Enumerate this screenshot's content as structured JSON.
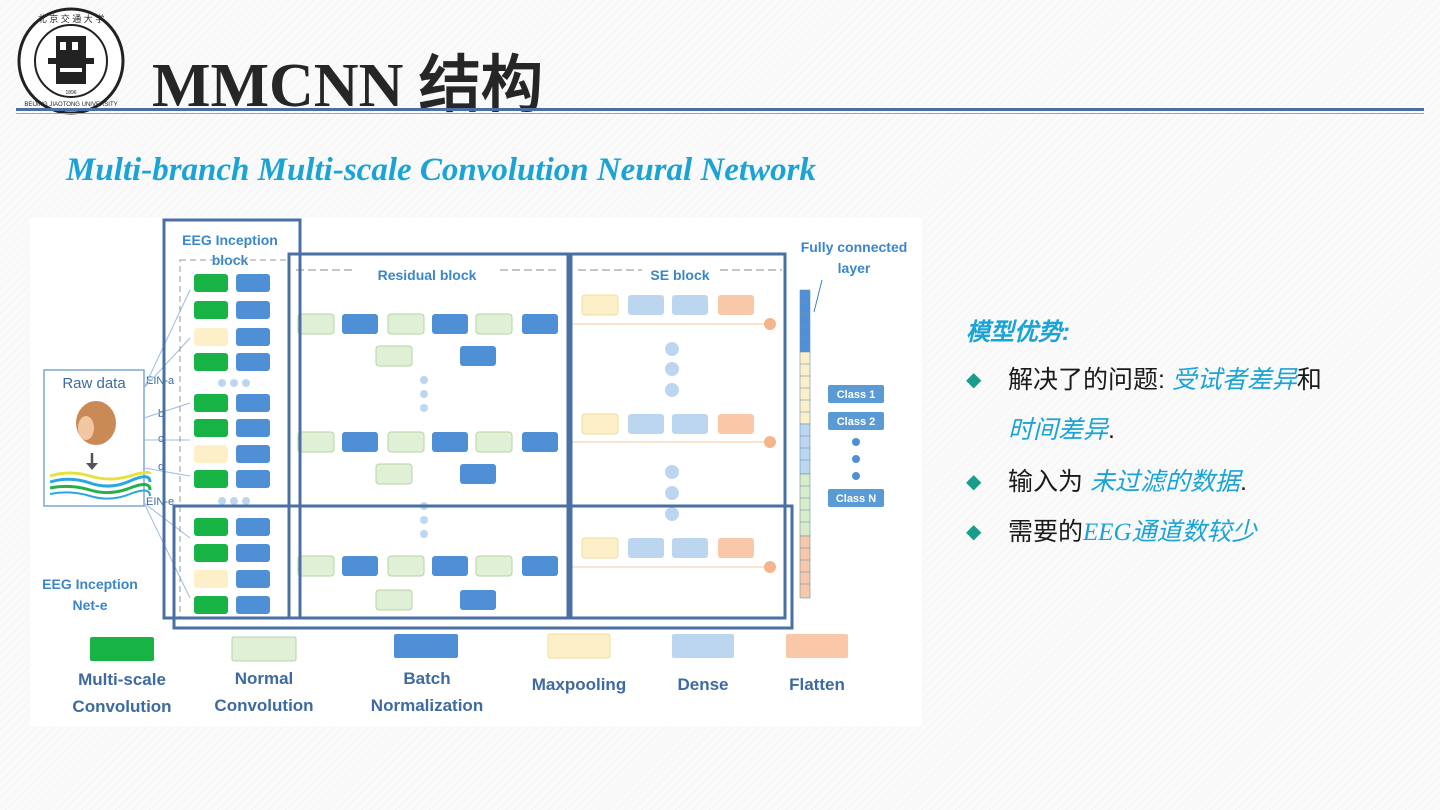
{
  "header": {
    "title": "MMCNN 结构",
    "subtitle": "Multi-branch Multi-scale Convolution Neural Network"
  },
  "logo": {
    "top_text": "北 京 交 通 大 学",
    "bottom_text": "BEIJING JIAOTONG UNIVERSITY",
    "year": "1896"
  },
  "diagram": {
    "raw_data_label": "Raw data",
    "branch_labels": [
      "EIN-a",
      "b",
      "c",
      "d",
      "EIN-e"
    ],
    "inception_block_title_1": "EEG Inception",
    "inception_block_title_2": "block",
    "inception_net_label_1": "EEG Inception",
    "inception_net_label_2": "Net-e",
    "residual_block_title": "Residual  block",
    "se_block_title": "SE block",
    "fc_title_1": "Fully connected",
    "fc_title_2": "layer",
    "classes": [
      "Class 1",
      "Class 2",
      "Class N"
    ],
    "legend": [
      {
        "line1": "Multi-scale",
        "line2": "Convolution",
        "color": "#17b345"
      },
      {
        "line1": "Normal",
        "line2": "Convolution",
        "color": "#e0f0d6"
      },
      {
        "line1": "Batch",
        "line2": "Normalization",
        "color": "#4f8fd6"
      },
      {
        "line1": "Maxpooling",
        "line2": "",
        "color": "#fdf0c8"
      },
      {
        "line1": "Dense",
        "line2": "",
        "color": "#bcd6f0"
      },
      {
        "line1": "Flatten",
        "line2": "",
        "color": "#f8c8a8"
      }
    ],
    "colors": {
      "highlight_frame": "#4a6fa5",
      "label_blue": "#3a86c8",
      "class_box": "#5b9bd5"
    }
  },
  "advantages": {
    "title": "模型优势:",
    "items": [
      {
        "prefix": "解决了的问题: ",
        "hl1": "受试者差异",
        "mid": "和"
      },
      {
        "cont": "时间差异",
        "end": "."
      },
      {
        "prefix": "输入为 ",
        "hl1": "未过滤的数据",
        "end": "."
      },
      {
        "prefix": "需要的",
        "hl_serif": "EEG",
        "hl2": "通道数较少"
      }
    ]
  }
}
